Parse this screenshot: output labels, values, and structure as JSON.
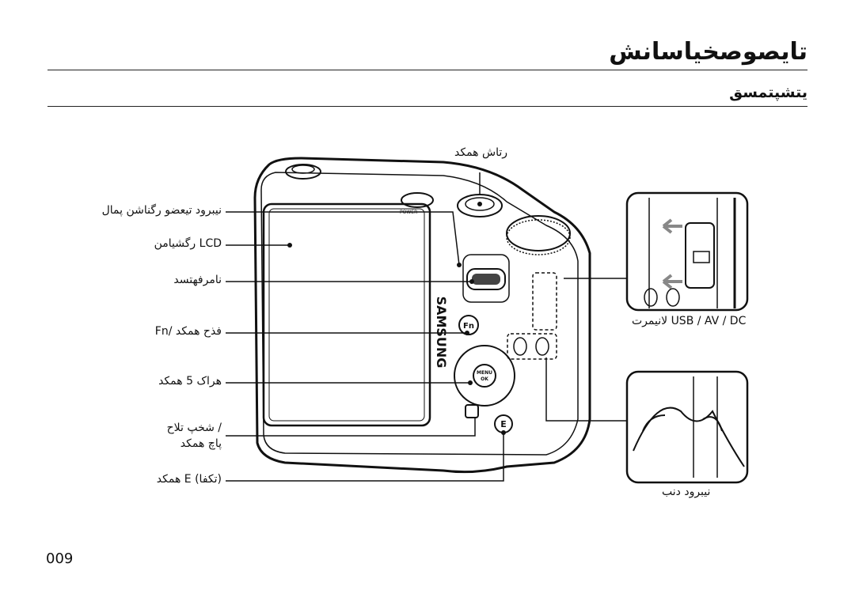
{
  "header": {
    "title": "تایصوصخیاسانش",
    "subtitle": "یتشپتمسق"
  },
  "callouts": {
    "shutter_button": "رتاش همکد",
    "af_lamp": "نیبرود تیعضو رگناشن پمال",
    "lcd": "LCD رگشیامن",
    "strap": "نامرفهتسد",
    "fn_button": "فذح همکد /Fn",
    "five_function": "هراک 5 همکد",
    "play_mode_1": "/ شخپ تلاح",
    "play_mode_2": "پاچ همکد",
    "e_button": "(تکفا) E همکد",
    "terminal": "USB / AV / DC لانیمرت",
    "strap_eyelet": "نیبرود دنب"
  },
  "camera": {
    "brand": "SAMSUNG",
    "power_label": "POWER",
    "fn": "Fn",
    "menu": "MENU",
    "ok": "OK",
    "e": "E"
  },
  "page_number": "009"
}
